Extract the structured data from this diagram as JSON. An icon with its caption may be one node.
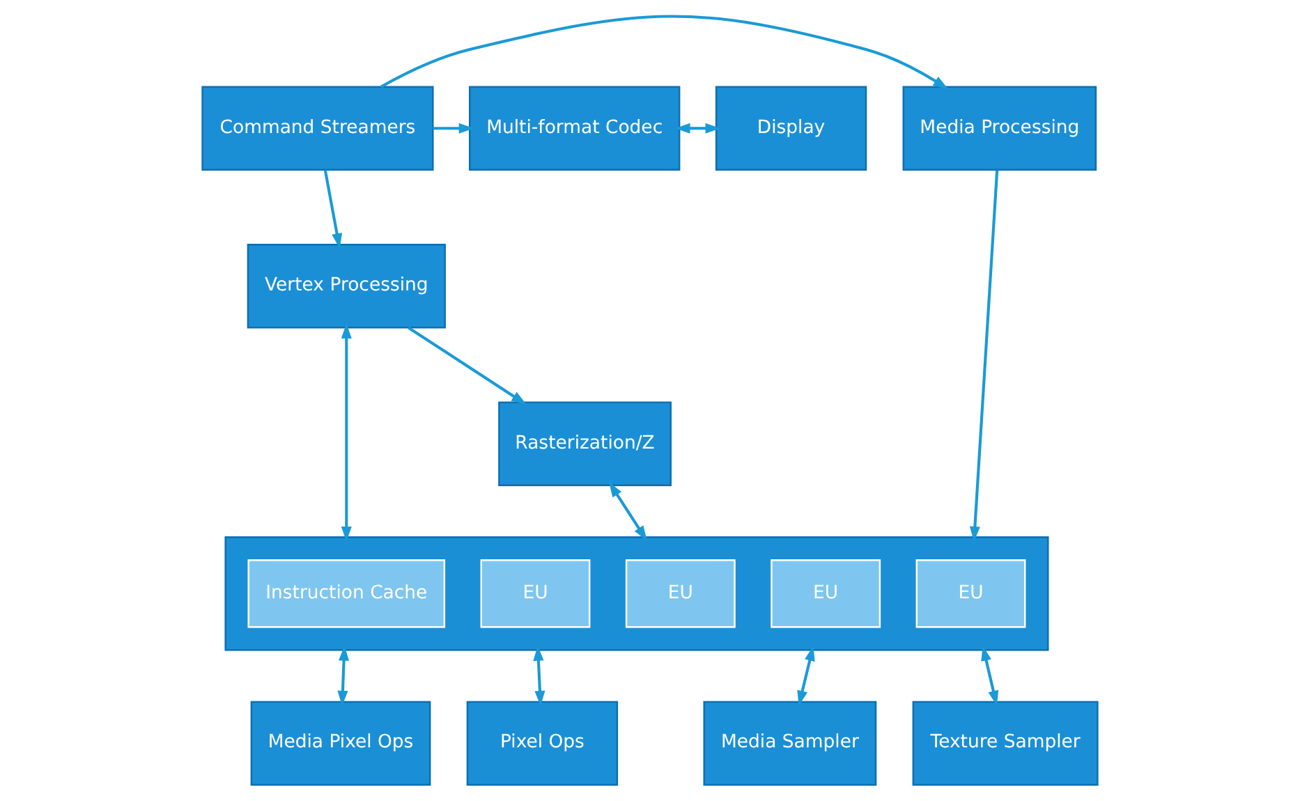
{
  "diagram": {
    "nodes": [
      {
        "text": [
          "Command Streamers"
        ]
      },
      {
        "text": [
          "Media Processing"
        ]
      },
      {
        "text": [
          "Multi-format Codec"
        ]
      },
      {
        "text": [
          "Display"
        ]
      },
      {
        "text": [],
        "shape": "box"
      },
      {
        "text": [
          "Instruction Cache"
        ],
        "in": 4
      },
      {
        "text": [
          "EU"
        ],
        "in": 4
      },
      {
        "text": [
          "EU"
        ],
        "in": 4
      },
      {
        "text": [
          "EU"
        ],
        "in": 4
      },
      {
        "text": [
          "EU"
        ],
        "in": 4
      },
      {
        "text": [
          "Vertex Processing"
        ]
      },
      {
        "text": [
          "Rasterization/Z"
        ]
      },
      {
        "text": [
          "Media Sampler"
        ]
      },
      {
        "text": [
          "Texture Sampler"
        ]
      },
      {
        "text": [
          "Media Pixel Ops"
        ]
      },
      {
        "text": [
          "Pixel Ops"
        ]
      }
    ],
    "edges": [
      {
        "from": 0,
        "to": 2,
        "arrow": "to"
      },
      {
        "from": 0,
        "to": 1,
        "arrow": "to"
      },
      {
        "from": 2,
        "to": 3,
        "arrow": "both"
      },
      {
        "from": 0,
        "to": 10,
        "arrow": "to"
      },
      {
        "from": 1,
        "to": 4,
        "arrow": "to"
      },
      {
        "from": 10,
        "to": 4,
        "arrow": "both"
      },
      {
        "from": 10,
        "to": 11,
        "arrow": "to"
      },
      {
        "from": 11,
        "to": 4,
        "arrow": "both"
      },
      {
        "from": 4,
        "to": 12,
        "arrow": "both"
      },
      {
        "from": 4,
        "to": 13,
        "arrow": "both"
      },
      {
        "from": 4,
        "to": 14,
        "arrow": "both"
      },
      {
        "from": 4,
        "to": 15,
        "arrow": "both"
      }
    ]
  }
}
